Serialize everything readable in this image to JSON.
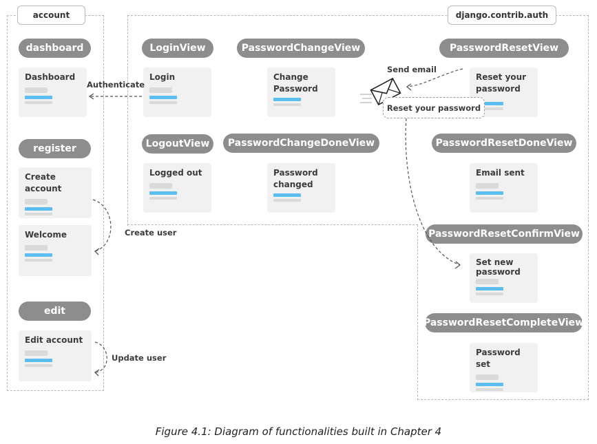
{
  "regions": {
    "account": "account",
    "auth": "django.contrib.auth"
  },
  "pills": {
    "dashboard": "dashboard",
    "register": "register",
    "edit": "edit",
    "login": "LoginView",
    "logout": "LogoutView",
    "password_change": "PasswordChangeView",
    "password_change_done": "PasswordChangeDoneView",
    "password_reset": "PasswordResetView",
    "password_reset_done": "PasswordResetDoneView",
    "password_reset_confirm": "PasswordResetConfirmView",
    "password_reset_complete": "PasswordResetCompleteView"
  },
  "cards": {
    "dashboard": "Dashboard",
    "create_account": "Create account",
    "welcome": "Welcome",
    "edit_account": "Edit account",
    "login": "Login",
    "logged_out": "Logged out",
    "change_password": "Change\nPassword",
    "password_changed": "Password\nchanged",
    "reset_password": "Reset your\npassword",
    "email_sent": "Email sent",
    "set_new_password": "Set new\npassword",
    "password_set": "Password set"
  },
  "edges": {
    "authenticate": "Authenticate",
    "create_user": "Create user",
    "update_user": "Update user",
    "send_email": "Send email"
  },
  "bubble": "Reset your password",
  "icons": {
    "email": "envelope-icon"
  },
  "colors": {
    "pill": "#8d8d8d",
    "accent_bar": "#5bbdf1",
    "card": "#f1f1f1"
  },
  "caption": "Figure 4.1: Diagram of functionalities built in Chapter 4"
}
